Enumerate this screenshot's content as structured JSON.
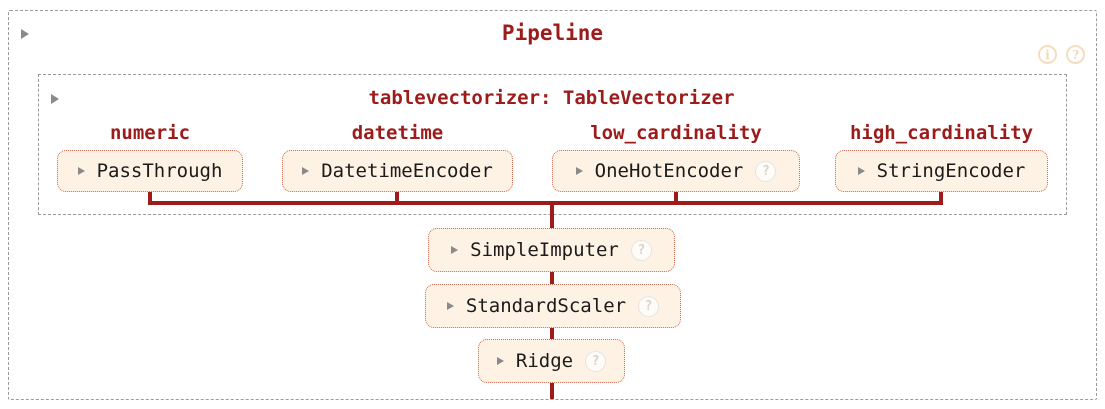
{
  "theme": {
    "accent_red": "#9c1c1c",
    "box_background": "#fdf2e4",
    "box_border": "#cf6e58",
    "dashed_border": "#9a9a9a",
    "arrow_gray": "#8a8a8a",
    "box_text": "#1b1b1b",
    "help_badge_gray": "#d3d3d3",
    "corner_icon_peach": "#f4ddc1"
  },
  "glyphs": {
    "help": "?",
    "info": "i"
  },
  "pipeline": {
    "title": "Pipeline",
    "tablevectorizer": {
      "title": "tablevectorizer: TableVectorizer",
      "columns": [
        {
          "label": "numeric",
          "estimator": "PassThrough",
          "has_help": false
        },
        {
          "label": "datetime",
          "estimator": "DatetimeEncoder",
          "has_help": false
        },
        {
          "label": "low_cardinality",
          "estimator": "OneHotEncoder",
          "has_help": true
        },
        {
          "label": "high_cardinality",
          "estimator": "StringEncoder",
          "has_help": false
        }
      ]
    },
    "steps": [
      {
        "name": "SimpleImputer",
        "has_help": true
      },
      {
        "name": "StandardScaler",
        "has_help": true
      },
      {
        "name": "Ridge",
        "has_help": true
      }
    ]
  }
}
